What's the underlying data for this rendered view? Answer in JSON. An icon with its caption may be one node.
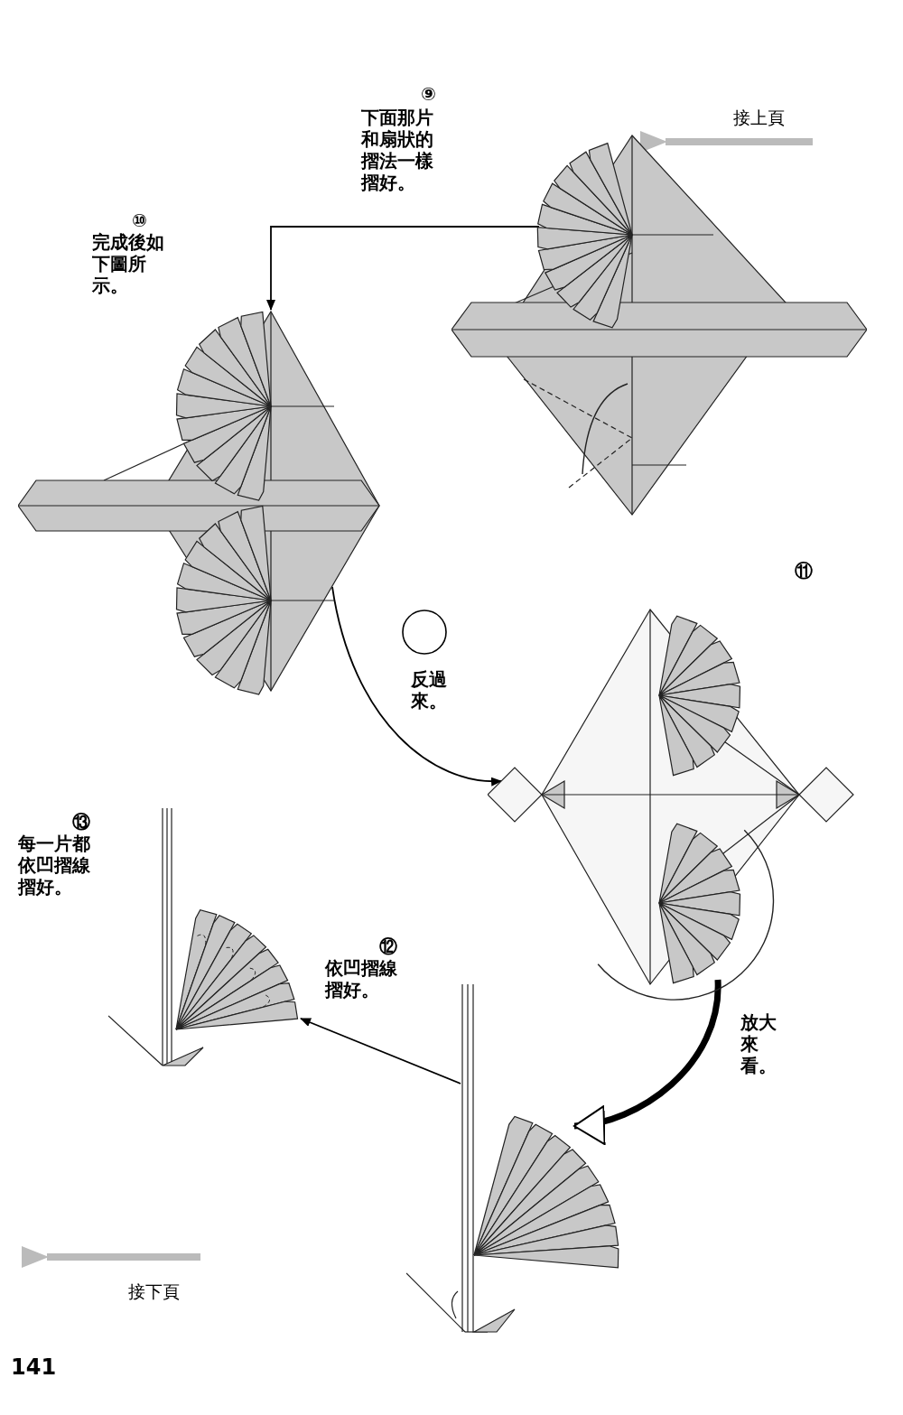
{
  "diagram": {
    "nodes": [
      {
        "text": [],
        "shape": "picture",
        "beside": [
          "⑨",
          "下面那片和扇狀的摺法一樣摺好。"
        ]
      },
      {
        "text": [],
        "shape": "picture",
        "beside": [
          "⑩",
          "完成後如下圖所示。"
        ]
      },
      {
        "text": [],
        "shape": "picture",
        "beside": [
          "⑪"
        ]
      },
      {
        "text": [],
        "shape": "picture",
        "beside": [
          "⑫",
          "依凹摺線摺好。"
        ]
      },
      {
        "text": [],
        "shape": "picture",
        "beside": [
          "⑬",
          "每一片都依凹摺線摺好。"
        ]
      }
    ],
    "edges": [
      {
        "from": 0,
        "to": 1,
        "arrow": "to"
      },
      {
        "from": 1,
        "to": 2,
        "arrow": "to",
        "label": "反過來。"
      },
      {
        "from": 2,
        "to": 3,
        "arrow": "to",
        "label": "放大來看。",
        "style": "thick"
      },
      {
        "from": 3,
        "to": 4,
        "arrow": "to"
      }
    ],
    "labels": [
      "接上頁",
      "接下頁",
      "141"
    ]
  }
}
